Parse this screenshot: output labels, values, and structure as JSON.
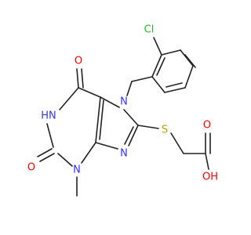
{
  "colors": {
    "bond": "#222222",
    "oxygen": "#ff0000",
    "nitrogen": "#3333ff",
    "sulfur": "#b8a000",
    "chlorine": "#22bb22"
  },
  "atoms": [
    {
      "key": "cl",
      "label": "Cl",
      "element": "chlorine"
    },
    {
      "key": "n7",
      "label": "N",
      "element": "nitrogen"
    },
    {
      "key": "n1",
      "label": "HN",
      "element": "nitrogen"
    },
    {
      "key": "n9",
      "label": "N",
      "element": "nitrogen"
    },
    {
      "key": "n3",
      "label": "N",
      "element": "nitrogen"
    },
    {
      "key": "s",
      "label": "S",
      "element": "sulfur"
    },
    {
      "key": "o6",
      "label": "O",
      "element": "oxygen"
    },
    {
      "key": "o2",
      "label": "O",
      "element": "oxygen"
    },
    {
      "key": "o_carb",
      "label": "O",
      "element": "oxygen"
    },
    {
      "key": "oh",
      "label": "OH",
      "element": "oxygen"
    }
  ]
}
